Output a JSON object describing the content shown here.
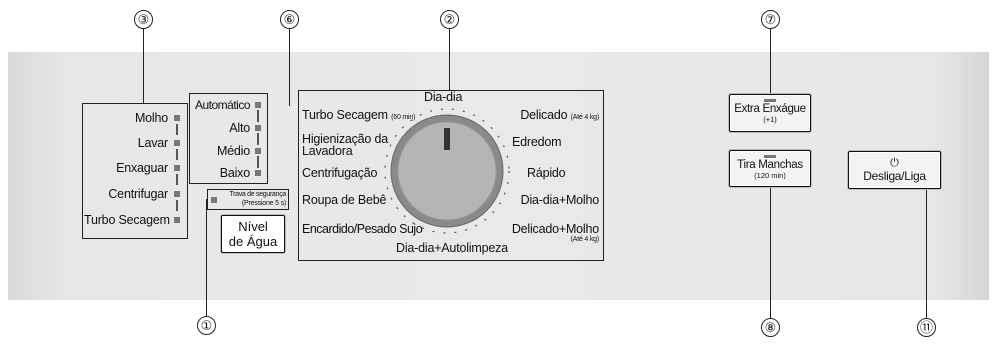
{
  "callouts": {
    "c1": "①",
    "c2": "②",
    "c3": "③",
    "c6": "⑥",
    "c7": "⑦",
    "c8": "⑧",
    "c11": "⑪"
  },
  "cycle_stages": [
    "Molho",
    "Lavar",
    "Enxaguar",
    "Centrifugar",
    "Turbo Secagem"
  ],
  "water_levels": [
    "Automático",
    "Alto",
    "Médio",
    "Baixo"
  ],
  "child_lock": {
    "title": "Trava de segurança",
    "hint": "(Pressione 5 s)"
  },
  "water_level_button": {
    "line1": "Nível",
    "line2": "de Água"
  },
  "programs": {
    "top": "Dia-dia",
    "left": [
      "Turbo Secagem",
      "Higienização da",
      "Lavadora",
      "Centrifugação",
      "Roupa de Bebê",
      "Encardido/Pesado Sujo"
    ],
    "turbo_note": "(60 min)",
    "right": [
      "Delicado",
      "Edredom",
      "Rápido",
      "Dia-dia+Molho",
      "Delicado+Molho"
    ],
    "delicado_note": "(Até 4 kg)",
    "delicado_molho_note": "(Até 4 kg)",
    "bottom": "Dia-dia+Autolimpeza"
  },
  "buttons": {
    "extra": {
      "label": "Extra Enxágue",
      "note": "(+1)"
    },
    "stain": {
      "label": "Tira Manchas",
      "note": "(120 min)"
    },
    "power": {
      "icon": "⏻",
      "label": "Desliga/Liga"
    }
  },
  "colors": {
    "panel": "#e8e8e8",
    "led": "#777777",
    "knob_outer": "#8a8a8a",
    "knob_inner": "#b5b5b5"
  }
}
